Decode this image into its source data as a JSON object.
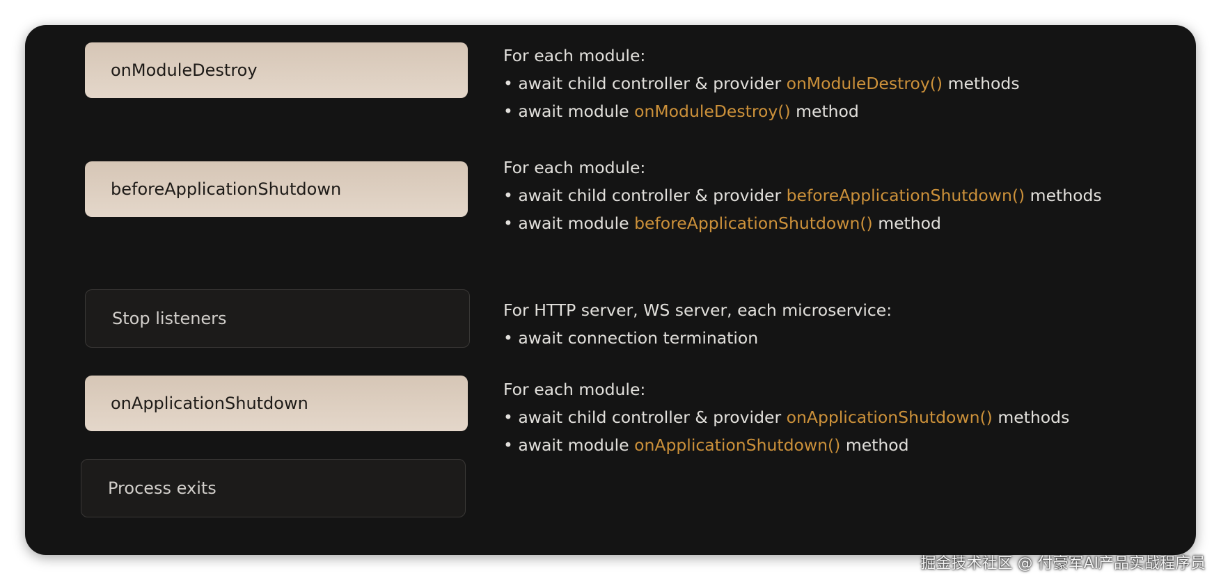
{
  "steps": [
    {
      "label": "onModuleDestroy",
      "style": "light",
      "desc_intro": "For each module:",
      "desc_line1_pre": "• await child controller & provider ",
      "desc_line1_hl": "onModuleDestroy()",
      "desc_line1_post": " methods",
      "desc_line2_pre": "• await module ",
      "desc_line2_hl": "onModuleDestroy()",
      "desc_line2_post": " method"
    },
    {
      "label": "beforeApplicationShutdown",
      "style": "light",
      "desc_intro": "For each module:",
      "desc_line1_pre": "• await child controller & provider ",
      "desc_line1_hl": "beforeApplicationShutdown()",
      "desc_line1_post": " methods",
      "desc_line2_pre": "• await module ",
      "desc_line2_hl": "beforeApplicationShutdown()",
      "desc_line2_post": " method"
    },
    {
      "label": "Stop listeners",
      "style": "dark",
      "desc_intro": "For HTTP server, WS server, each microservice:",
      "desc_line1": "• await connection termination"
    },
    {
      "label": "onApplicationShutdown",
      "style": "light",
      "desc_intro": "For each module:",
      "desc_line1_pre": "• await child controller & provider ",
      "desc_line1_hl": "onApplicationShutdown()",
      "desc_line1_post": " methods",
      "desc_line2_pre": "• await module ",
      "desc_line2_hl": "onApplicationShutdown()",
      "desc_line2_post": " method"
    },
    {
      "label": "Process exits",
      "style": "dark"
    }
  ],
  "colors": {
    "panel_bg": "#141414",
    "light_box": "#ddd0c2",
    "dark_box": "#1c1b1a",
    "text": "#e2e0dc",
    "highlight": "#cc913a"
  },
  "watermark": "掘金技术社区 @ 付豪军AI产品实战程序员"
}
